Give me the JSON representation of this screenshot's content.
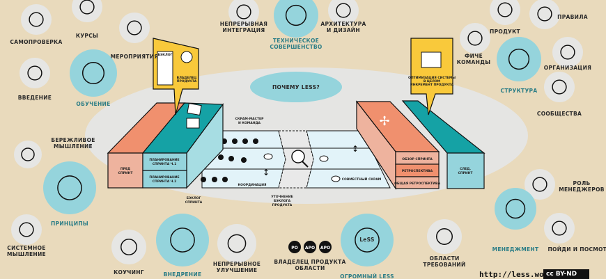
{
  "center": {
    "why_less": "ПОЧЕМУ LESS?",
    "pre_sprint": [
      "ПРЕД",
      "СПРИНТ"
    ],
    "planning1": [
      "ПЛАНИРОВАНИЕ",
      "СПРИНТА Ч.1"
    ],
    "planning2": [
      "ПЛАНИРОВАНИЕ",
      "СПРИНТА Ч.2"
    ],
    "scrum_master": [
      "СКРАМ-МАСТЕР",
      "И КОМАНДА"
    ],
    "coordination": "КООРДИНАЦИЯ",
    "sprint_backlog": [
      "БЭКЛОГ",
      "СПРИНТА"
    ],
    "refinement": [
      "УТОЧНЕНИЕ",
      "БЭКЛОГА",
      "ПРОДУКТА"
    ],
    "scrum_of_scrums": "СОВМЕСТНЫЙ СКРАМ",
    "sprint_review": "ОБЗОР СПРИНТА",
    "retrospective": "РЕТРОСПЕКТИВА",
    "overall_retro": "ОБЩАЯ РЕТРОСПЕКТИВА",
    "next_sprint": [
      "СЛЕД.",
      "СПРИНТ"
    ],
    "po_callout": [
      "ВЛАДЕЛЕЦ",
      "ПРОДУКТА"
    ],
    "backlog_callout": [
      "БЭКЛОГ",
      "ПРОДУКТА"
    ],
    "product_callout": [
      "ОПТИМИЗАЦИЯ СИСТЕМЫ",
      "В ЦЕЛОМ",
      "ИНКРЕМЕНТ ПРОДУКТА"
    ]
  },
  "topics": {
    "self_check": "САМОПРОВЕРКА",
    "courses": "КУРСЫ",
    "events": "МЕРОПРИЯТИЯ",
    "intro": "ВВЕДЕНИЕ",
    "learning": "ОБУЧЕНИЕ",
    "ci": [
      "НЕПРЕРЫВНАЯ",
      "ИНТЕГРАЦИЯ"
    ],
    "tech": [
      "ТЕХНИЧЕСКОЕ",
      "СОВЕРШЕНСТВО"
    ],
    "arch": [
      "АРХИТЕКТУРА",
      "И ДИЗАЙН"
    ],
    "product": "ПРОДУКТ",
    "rules": "ПРАВИЛА",
    "feature_teams": [
      "ФИЧЕ",
      "КОМАНДЫ"
    ],
    "structure": "СТРУКТУРА",
    "organization": "ОРГАНИЗАЦИЯ",
    "communities": "СООБЩЕСТВА",
    "lean": [
      "БЕРЕЖЛИВОЕ",
      "МЫШЛЕНИЕ"
    ],
    "principles": "ПРИНЦИПЫ",
    "systems": [
      "СИСТЕМНОЕ",
      "МЫШЛЕНИЕ"
    ],
    "coaching": "КОУЧИНГ",
    "adoption": "ВНЕДРЕНИЕ",
    "improvement": [
      "НЕПРЕРЫВНОЕ",
      "УЛУЧШЕНИЕ"
    ],
    "area_po": [
      "ВЛАДЕЛЕЦ ПРОДУКТА",
      "ОБЛАСТИ"
    ],
    "huge_less": "ОГРОМНЫЙ LESS",
    "req_areas": [
      "ОБЛАСТИ",
      "ТРЕБОВАНИЙ"
    ],
    "managers_role": [
      "РОЛЬ",
      "МЕНЕДЖЕРОВ"
    ],
    "management": "МЕНЕДЖМЕНТ",
    "go_see": "ПОЙДИ И ПОСМОТРИ"
  },
  "badges": {
    "po": "PO",
    "apo": "APO",
    "less": "LeSS"
  },
  "footer": {
    "url": "http://less.works",
    "license": "cc BY-ND"
  }
}
